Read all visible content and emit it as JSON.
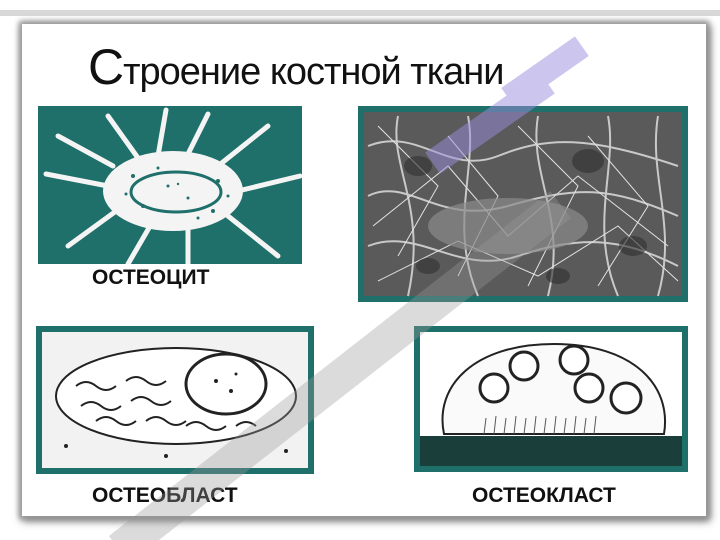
{
  "title": {
    "first_letter": "С",
    "rest": "троение костной ткани"
  },
  "captions": {
    "osteocyte": "ОСТЕОЦИТ",
    "osteoblast": "ОСТЕОБЛАСТ",
    "osteoclast": "ОСТЕОКЛАСТ"
  },
  "watermark_text": "",
  "colors": {
    "teal": "#1f6f6a",
    "teal_light": "#2f8f88",
    "sem_gray": "#6e6e6e",
    "watermark": "#9b8ee0"
  }
}
